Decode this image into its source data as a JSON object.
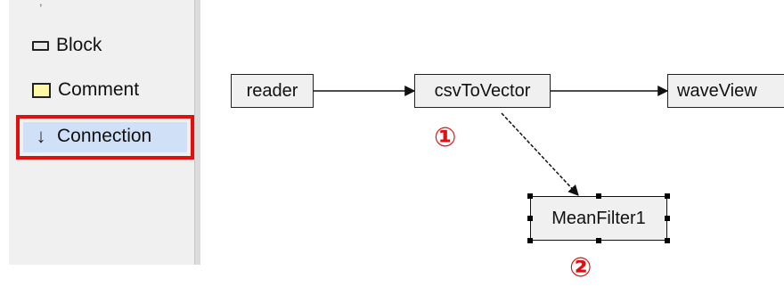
{
  "palette": {
    "items": [
      {
        "label": "Block",
        "icon": "block-icon"
      },
      {
        "label": "Comment",
        "icon": "comment-icon"
      },
      {
        "label": "Connection",
        "icon": "connection-arrow-icon",
        "glyph": "↓",
        "selected": true
      }
    ],
    "highlight_color": "#e01010"
  },
  "graph": {
    "nodes": {
      "reader": "reader",
      "csvToVector": "csvToVector",
      "waveView": "waveView",
      "meanFilter": "MeanFilter1"
    },
    "edges": [
      {
        "from": "reader",
        "to": "csvToVector",
        "style": "solid"
      },
      {
        "from": "csvToVector",
        "to": "waveView",
        "style": "solid"
      },
      {
        "from": "csvToVector",
        "to": "MeanFilter1",
        "style": "dashed"
      }
    ]
  },
  "annotations": {
    "marker1": "①",
    "marker2": "②",
    "color": "#e01010"
  }
}
